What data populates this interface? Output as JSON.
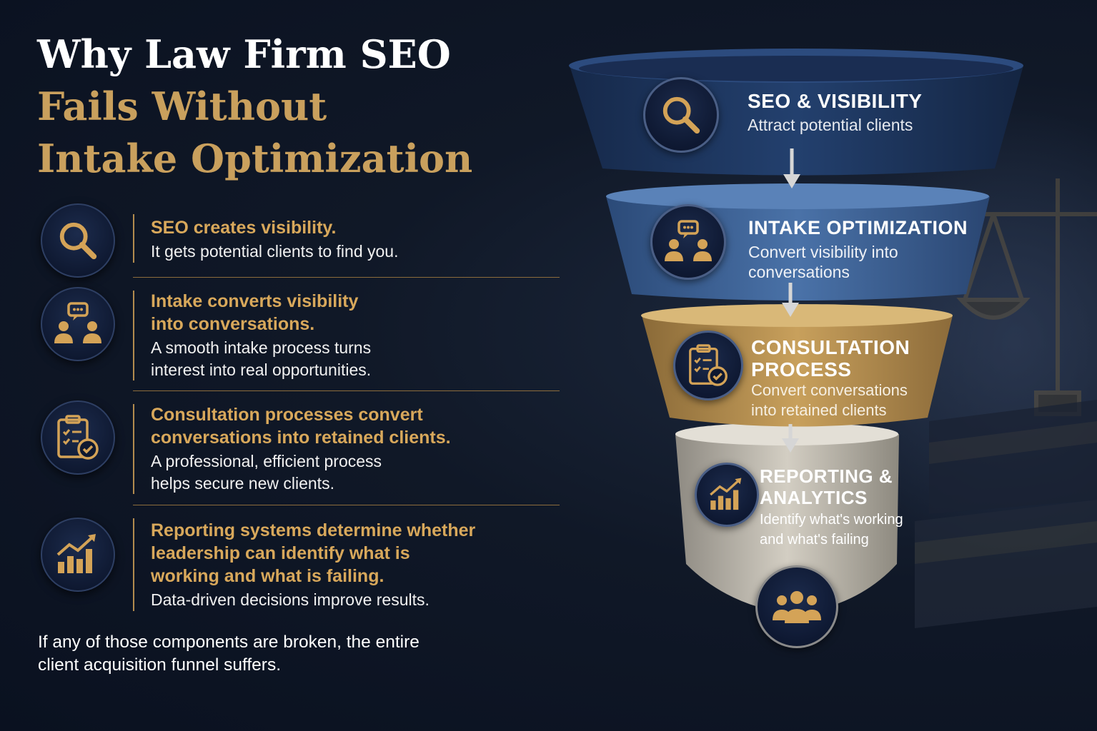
{
  "title": {
    "line1": "Why Law Firm SEO",
    "line2": "Fails Without",
    "line3": "Intake Optimization"
  },
  "items": [
    {
      "icon": "search-icon",
      "head": [
        "SEO creates visibility."
      ],
      "desc": [
        "It gets potential clients to find you."
      ]
    },
    {
      "icon": "people-chat-icon",
      "head": [
        "Intake converts visibility",
        "into conversations."
      ],
      "desc": [
        "A smooth intake process turns",
        "interest into real opportunities."
      ]
    },
    {
      "icon": "clipboard-check-icon",
      "head": [
        "Consultation processes convert",
        "conversations into retained clients."
      ],
      "desc": [
        "A professional, efficient process",
        "helps secure new clients."
      ]
    },
    {
      "icon": "growth-chart-icon",
      "head": [
        "Reporting systems determine whether",
        "leadership can identify what is",
        "working and what is failing."
      ],
      "desc": [
        "Data-driven decisions improve results."
      ]
    }
  ],
  "footer": [
    "If any of those components are broken, the entire",
    "client acquisition funnel suffers."
  ],
  "funnel": [
    {
      "icon": "search-icon",
      "title": [
        "SEO & VISIBILITY"
      ],
      "subtitle": [
        "Attract potential clients"
      ],
      "color": "#1f3a66"
    },
    {
      "icon": "people-chat-icon",
      "title": [
        "INTAKE OPTIMIZATION"
      ],
      "subtitle": [
        "Convert visibility into",
        "conversations"
      ],
      "color": "#3e6396"
    },
    {
      "icon": "clipboard-check-icon",
      "title": [
        "CONSULTATION",
        "PROCESS"
      ],
      "subtitle": [
        "Convert conversations",
        "into retained clients"
      ],
      "color": "#b8904f"
    },
    {
      "icon": "growth-chart-icon",
      "title": [
        "REPORTING &",
        "ANALYTICS"
      ],
      "subtitle": [
        "Identify what's working",
        "and what's failing"
      ],
      "color": "#c8c3b8"
    }
  ],
  "funnel_bottom_icon": "clients-group-icon",
  "colors": {
    "gold": "#c9a05d",
    "navy": "#0f1828",
    "white": "#ffffff"
  }
}
